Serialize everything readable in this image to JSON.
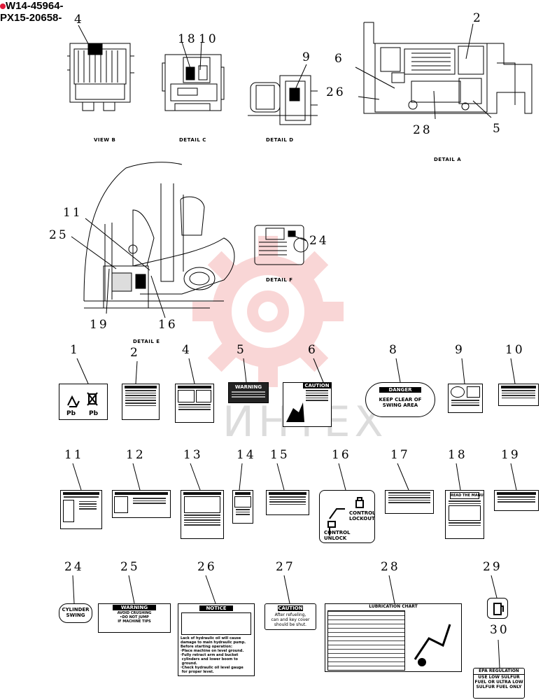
{
  "header": {
    "line1": "W14-45964-",
    "line2": "PX15-20658-"
  },
  "details": {
    "view_b": "VIEW B",
    "detail_c": "DETAIL C",
    "detail_d": "DETAIL D",
    "detail_a": "DETAIL A",
    "detail_f": "DETAIL F",
    "detail_e": "DETAIL E"
  },
  "callouts": {
    "c4": "4",
    "c18": "18",
    "c10": "10",
    "c9": "9",
    "c2": "2",
    "c6": "6",
    "c26": "26",
    "c28": "28",
    "c5": "5",
    "c11": "11",
    "c25": "25",
    "c19": "19",
    "c16": "16",
    "c24": "24"
  },
  "part_numbers": {
    "p1": "1",
    "p2": "2",
    "p4": "4",
    "p5": "5",
    "p6": "6",
    "p8": "8",
    "p9": "9",
    "p10": "10",
    "p11": "11",
    "p12": "12",
    "p13": "13",
    "p14": "14",
    "p15": "15",
    "p16": "16",
    "p17": "17",
    "p18": "18",
    "p19": "19",
    "p24": "24",
    "p25": "25",
    "p26": "26",
    "p27": "27",
    "p28": "28",
    "p29": "29",
    "p30": "30"
  },
  "labels": {
    "recycle_pb": "Pb",
    "recycle_pb2": "Pb",
    "warning": "WARNING",
    "caution": "CAUTION",
    "danger": "DANGER",
    "danger_sub": "KEEP CLEAR OF\nSWING AREA",
    "notice": "NOTICE",
    "notice_line1": "Lack of hydraulic oil will cause\ndamage to main hydraulic pump.",
    "notice_line2": "Before starting operation:\n·Place machine on level ground.\n·Fully retract arm and bucket\n cylinders and lower boom to\n ground.\n·Check hydraulic oil level gauge\n for proper level.",
    "control_lockout": "CONTROL\nLOCKOUT",
    "control_unlock": "CONTROL\nUNLOCK",
    "cylinder_swing": "CYLINDER\nSWING",
    "caution27_text": "After refueling,\ncan and key cover\nshould be shut.",
    "lubrication": "LUBRICATION CHART",
    "epa_title": "EPA REGULATION",
    "epa_text": "USE LOW SULFUR\nFUEL OR ULTRA LOW\nSULFUR FUEL ONLY",
    "read_manual": "READ THE MANUAL",
    "warning25": "WARNING",
    "warning25_sub": "AVOID CRUSHING\n•DO NOT JUMP\nIF MACHINE TIPS"
  },
  "watermark": {
    "text": "ИНТЕХ",
    "color": "#e02020"
  }
}
